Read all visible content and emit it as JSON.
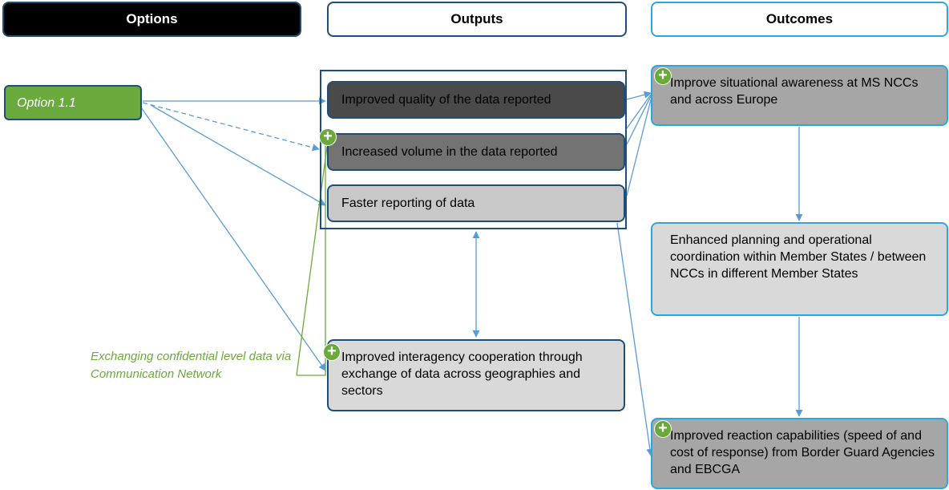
{
  "headers": {
    "options": "Options",
    "outputs": "Outputs",
    "outcomes": "Outcomes"
  },
  "option": {
    "label": "Option 1.1"
  },
  "outputs": [
    "Improved quality of the data reported",
    "Increased volume in the data reported",
    "Faster reporting of data",
    "Improved interagency cooperation through exchange of data across geographies and sectors"
  ],
  "outcomes": [
    "Improve situational awareness at MS NCCs and across Europe",
    "Enhanced planning and operational coordination within Member States / between NCCs in different Member States",
    "Improved reaction capabilities (speed of and cost of response) from Border Guard Agencies and EBCGA"
  ],
  "note": "Exchanging confidential level data via Communication Network",
  "plus_symbol": "+",
  "colors": {
    "navy": "#1f4e79",
    "cyan": "#29a8e0",
    "green": "#6aaa3c",
    "arrow": "#5b9bd5"
  }
}
